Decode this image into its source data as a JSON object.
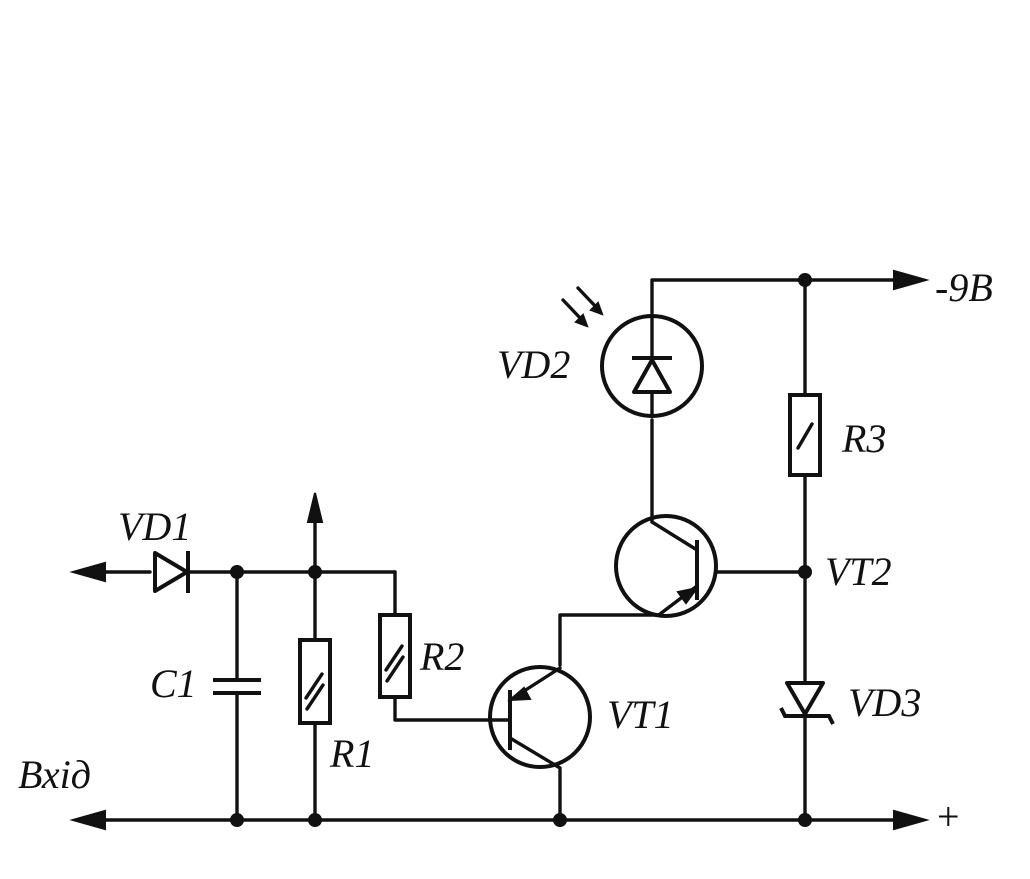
{
  "labels": {
    "vd1": "VD1",
    "vd2": "VD2",
    "vd3": "VD3",
    "c1": "C1",
    "r1": "R1",
    "r2": "R2",
    "r3": "R3",
    "vt1": "VT1",
    "vt2": "VT2",
    "input": "Вхід",
    "supply_negative": "-9В",
    "supply_positive": "+"
  }
}
